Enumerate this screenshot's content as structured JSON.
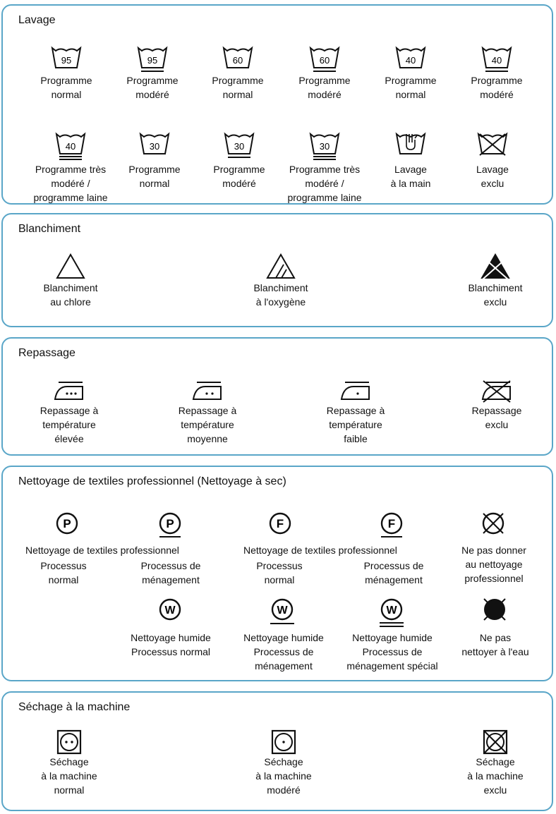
{
  "sections": {
    "lavage": {
      "title": "Lavage",
      "row1": [
        {
          "num": "95",
          "lines": [
            "Programme",
            "normal"
          ]
        },
        {
          "num": "95",
          "lines": [
            "Programme",
            "modéré"
          ]
        },
        {
          "num": "60",
          "lines": [
            "Programme",
            "normal"
          ]
        },
        {
          "num": "60",
          "lines": [
            "Programme",
            "modéré"
          ]
        },
        {
          "num": "40",
          "lines": [
            "Programme",
            "normal"
          ]
        },
        {
          "num": "40",
          "lines": [
            "Programme",
            "modéré"
          ]
        }
      ],
      "row2": [
        {
          "num": "40",
          "lines": [
            "Programme très",
            "modéré /",
            "programme laine"
          ]
        },
        {
          "num": "30",
          "lines": [
            "Programme",
            "normal"
          ]
        },
        {
          "num": "30",
          "lines": [
            "Programme",
            "modéré"
          ]
        },
        {
          "num": "30",
          "lines": [
            "Programme très",
            "modéré /",
            "programme laine"
          ]
        },
        {
          "num": "",
          "lines": [
            "Lavage",
            "à la main"
          ]
        },
        {
          "num": "",
          "lines": [
            "Lavage",
            "exclu"
          ]
        }
      ]
    },
    "blanchiment": {
      "title": "Blanchiment",
      "items": [
        {
          "lines": [
            "Blanchiment",
            "au chlore"
          ]
        },
        {
          "lines": [
            "Blanchiment",
            "à l'oxygène"
          ]
        },
        {
          "lines": [
            "Blanchiment",
            "exclu"
          ]
        }
      ]
    },
    "repassage": {
      "title": "Repassage",
      "items": [
        {
          "lines": [
            "Repassage à",
            "température",
            "élevée"
          ]
        },
        {
          "lines": [
            "Repassage à",
            "température",
            "moyenne"
          ]
        },
        {
          "lines": [
            "Repassage à",
            "température",
            "faible"
          ]
        },
        {
          "lines": [
            "Repassage",
            "exclu"
          ]
        }
      ]
    },
    "nettoyage": {
      "title": "Nettoyage de textiles professionnel (Nettoyage à sec)",
      "row1": {
        "p_header": "Nettoyage de textiles professionnel",
        "f_header": "Nettoyage de textiles professionnel",
        "p_normal": [
          "Processus",
          "normal"
        ],
        "p_menagement": [
          "Processus de",
          "ménagement"
        ],
        "f_normal": [
          "Processus",
          "normal"
        ],
        "f_menagement": [
          "Processus de",
          "ménagement"
        ],
        "no_pro": [
          "Ne pas donner",
          "au nettoyage",
          "professionnel"
        ]
      },
      "row2": [
        {
          "lines": [
            "Nettoyage humide",
            "Processus normal"
          ]
        },
        {
          "lines": [
            "Nettoyage humide",
            "Processus de",
            "ménagement"
          ]
        },
        {
          "lines": [
            "Nettoyage humide",
            "Processus de",
            "ménagement spécial"
          ]
        },
        {
          "lines": [
            "Ne pas",
            "nettoyer à l'eau"
          ]
        }
      ]
    },
    "sechage": {
      "title": "Séchage à la machine",
      "items": [
        {
          "lines": [
            "Séchage",
            "à la machine",
            "normal"
          ]
        },
        {
          "lines": [
            "Séchage",
            "à la machine",
            "modéré"
          ]
        },
        {
          "lines": [
            "Séchage",
            "à la machine",
            "exclu"
          ]
        }
      ]
    }
  },
  "symbol_letters": {
    "p": "P",
    "f": "F",
    "w": "W"
  },
  "colors": {
    "border": "#5aa6c8",
    "ink": "#111111"
  }
}
